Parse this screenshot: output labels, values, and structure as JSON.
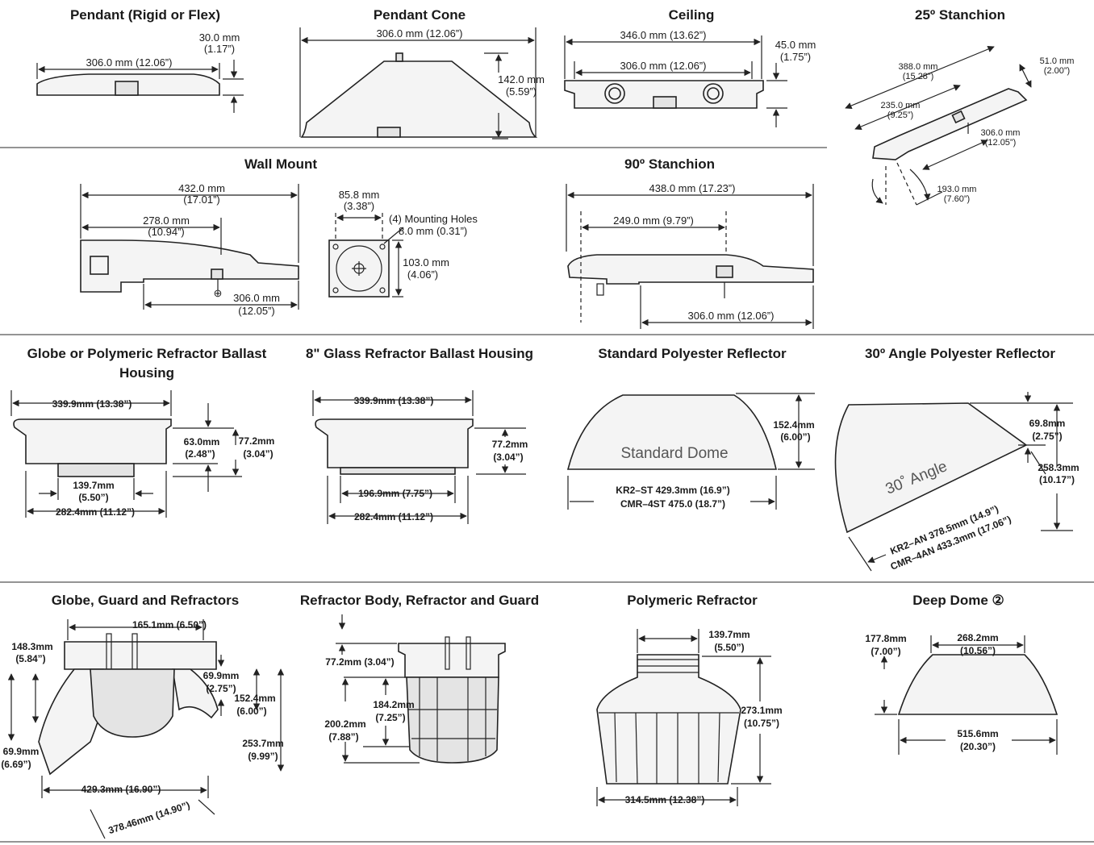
{
  "panels": {
    "pendant_rigid_flex": {
      "title": "Pendant (Rigid or Flex)",
      "d1": "306.0 mm (12.06”)",
      "d2a": "30.0 mm",
      "d2b": "(1.17”)"
    },
    "pendant_cone": {
      "title": "Pendant Cone",
      "d1": "306.0 mm (12.06”)",
      "d2a": "142.0 mm",
      "d2b": "(5.59”)"
    },
    "ceiling": {
      "title": "Ceiling",
      "d1": "346.0 mm (13.62”)",
      "d2": "306.0 mm (12.06”)",
      "d3a": "45.0 mm",
      "d3b": "(1.75”)"
    },
    "stanchion_25": {
      "title": "25º Stanchion",
      "d1a": "388.0 mm",
      "d1b": "(15.28”)",
      "d2a": "51.0 mm",
      "d2b": "(2.00”)",
      "d3a": "235.0 mm",
      "d3b": "(9.25”)",
      "d4a": "306.0 mm",
      "d4b": "(12.05”)",
      "d5a": "193.0 mm",
      "d5b": "(7.60”)"
    },
    "wall_mount": {
      "title": "Wall Mount",
      "d1a": "432.0 mm",
      "d1b": "(17.01”)",
      "d2a": "278.0 mm",
      "d2b": "(10.94”)",
      "d3a": "306.0 mm",
      "d3b": "(12.05”)",
      "b1a": "85.8 mm",
      "b1b": "(3.38”)",
      "b2a": "(4) Mounting Holes",
      "b2b": "8.0 mm (0.31”)",
      "b3a": "103.0 mm",
      "b3b": "(4.06”)"
    },
    "stanchion_90": {
      "title": "90º Stanchion",
      "d1": "438.0 mm (17.23”)",
      "d2": "249.0 mm (9.79”)",
      "d3": "306.0 mm (12.06”)"
    },
    "globe_ballast": {
      "title_l1": "Globe or Polymeric Refractor Ballast",
      "title_l2": "Housing",
      "d1": "339.9mm (13.38”)",
      "d2a": "63.0mm",
      "d2b": "(2.48”)",
      "d3a": "77.2mm",
      "d3b": "(3.04”)",
      "d4a": "139.7mm",
      "d4b": "(5.50”)",
      "d5": "282.4mm (11.12”)"
    },
    "glass_ballast": {
      "title": "8\" Glass Refractor Ballast Housing",
      "d1": "339.9mm (13.38”)",
      "d2a": "77.2mm",
      "d2b": "(3.04”)",
      "d3": "196.9mm (7.75”)",
      "d4": "282.4mm (11.12”)"
    },
    "standard_reflector": {
      "title": "Standard Polyester Reflector",
      "label": "Standard Dome",
      "d1a": "152.4mm",
      "d1b": "(6.00”)",
      "d2a": "KR2–ST 429.3mm (16.9”)",
      "d2b": "CMR–4ST 475.0 (18.7”)"
    },
    "angle_reflector": {
      "title": "30º Angle Polyester Reflector",
      "label": "30˚ Angle",
      "d1a": "69.8mm",
      "d1b": "(2.75”)",
      "d2a": "258.3mm",
      "d2b": "(10.17”)",
      "d3a": "KR2–AN 378.5mm (14.9”)",
      "d3b": "CMR–4AN 433.3mm (17.06”)"
    },
    "globe_guard": {
      "title": "Globe, Guard and Refractors",
      "d1": "165.1mm (6.50”)",
      "d2a": "148.3mm",
      "d2b": "(5.84”)",
      "d3a": "69.9mm",
      "d3b": "(2.75”)",
      "d4a": "152.4mm",
      "d4b": "(6.00”)",
      "d5a": "69.9mm",
      "d5b": "(6.69”)",
      "d6a": "253.7mm",
      "d6b": "(9.99”)",
      "d7": "429.3mm (16.90”)",
      "d8": "378.46mm (14.90”)"
    },
    "refractor_body": {
      "title": "Refractor Body, Refractor and Guard",
      "d1": "77.2mm (3.04”)",
      "d2a": "184.2mm",
      "d2b": "(7.25”)",
      "d3a": "200.2mm",
      "d3b": "(7.88”)"
    },
    "polymeric_refractor": {
      "title": "Polymeric Refractor",
      "d1a": "139.7mm",
      "d1b": "(5.50”)",
      "d2a": "273.1mm",
      "d2b": "(10.75”)",
      "d3": "314.5mm (12.38”)"
    },
    "deep_dome": {
      "title": "Deep Dome ②",
      "d1a": "177.8mm",
      "d1b": "(7.00”)",
      "d2a": "268.2mm",
      "d2b": "(10.56”)",
      "d3a": "515.6mm",
      "d3b": "(20.30”)"
    }
  }
}
